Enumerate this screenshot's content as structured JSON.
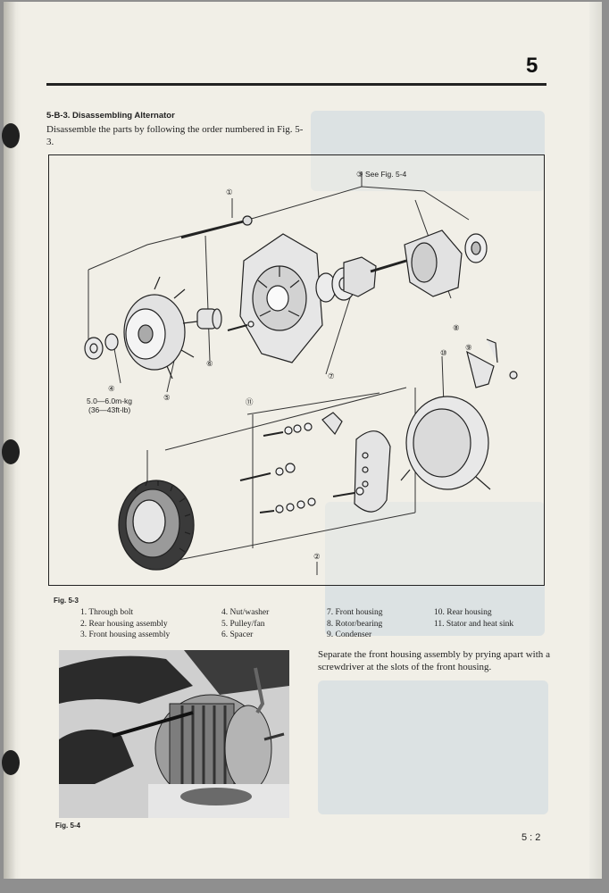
{
  "page": {
    "chapter_number": "5",
    "page_number": "5 : 2"
  },
  "section": {
    "heading": "5-B-3. Disassembling Alternator",
    "intro": "Disassemble the parts by following the order numbered in Fig. 5-3."
  },
  "diagram": {
    "figure_label": "Fig. 5-3",
    "callouts": {
      "see_fig": "③ See Fig. 5-4",
      "n1": "①",
      "n2": "②",
      "n4": "④",
      "n5": "⑤",
      "n6": "⑥",
      "n7": "⑦",
      "n8": "⑧",
      "n9": "⑨",
      "n10": "⑩",
      "n11": "⑪",
      "torque_metric": "5.0—6.0m-kg",
      "torque_imperial": "(36—43ft-lb)"
    },
    "legend": {
      "col1": [
        "1.  Through bolt",
        "2.  Rear housing assembly",
        "3.  Front housing assembly"
      ],
      "col2": [
        "4.  Nut/washer",
        "5.  Pulley/fan",
        "6.  Spacer"
      ],
      "col3": [
        "7.  Front housing",
        "8.  Rotor/bearing",
        "9.  Condenser"
      ],
      "col4": [
        "10.  Rear housing",
        "11.  Stator and heat sink"
      ]
    }
  },
  "photo": {
    "figure_label": "Fig. 5-4",
    "caption": "Separate the front housing assembly by prying apart with a screwdriver at the slots of the front housing."
  }
}
